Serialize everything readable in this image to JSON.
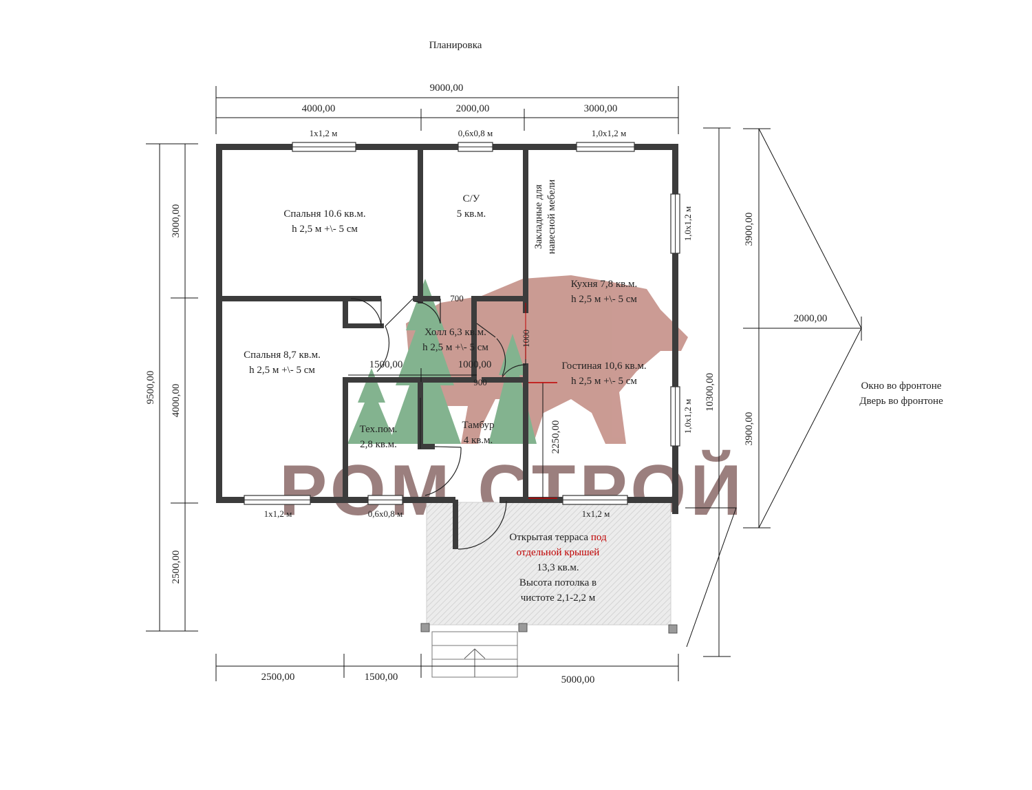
{
  "title": "Планировка",
  "colors": {
    "wall": "#3c3c3c",
    "terrace": "#e4e4e4",
    "accent": "#c00000",
    "bear": "#b97a70",
    "tree": "#5a9a6a"
  },
  "dimensions": {
    "total_width": "9000,00",
    "top_segments": [
      "4000,00",
      "2000,00",
      "3000,00"
    ],
    "left_total": "9500,00",
    "left_segments": [
      "3000,00",
      "4000,00",
      "2500,00"
    ],
    "right_total": "10300,00",
    "bottom_segments": [
      "2500,00",
      "1500,00",
      "5000,00"
    ],
    "internal": {
      "hall_left": "1500,00",
      "hall_right": "1000,00",
      "door_700": "700",
      "door_900": "900",
      "door_1000": "1000",
      "height_2250": "2250,00"
    },
    "gable": {
      "half_top": "3900,00",
      "half_bottom": "3900,00",
      "height": "2000,00"
    }
  },
  "windows": {
    "top_left": "1x1,2 м",
    "top_mid": "0,6x0,8 м",
    "top_right": "1,0x1,2 м",
    "right_top": "1,0x1,2 м",
    "right_bottom": "1,0x1,2 м",
    "bottom_left": "1x1,2 м",
    "bottom_mid": "0,6x0,8 м",
    "bottom_right": "1x1,2 м"
  },
  "rooms": {
    "bedroom1": {
      "name": "Спальня 10.6 кв.м.",
      "height": "h 2,5 м +\\- 5 см"
    },
    "wc": {
      "name": "С/У",
      "area": "5 кв.м."
    },
    "furniture_note": [
      "Закладные для",
      "навесной мебели"
    ],
    "kitchen": {
      "name": "Кухня 7,8 кв.м.",
      "height": "h 2,5 м +\\- 5 см"
    },
    "bedroom2": {
      "name": "Спальня 8,7 кв.м.",
      "height": "h 2,5 м +\\- 5 см"
    },
    "hall": {
      "name": "Холл 6,3 кв.м.",
      "height": "h 2,5 м +\\- 5 см"
    },
    "living": {
      "name": "Гостиная 10,6 кв.м.",
      "height": "h 2,5 м +\\- 5 см"
    },
    "tech": {
      "name": "Тех.пом.",
      "area": "2,8 кв.м."
    },
    "vestibule": {
      "name": "Тамбур",
      "area": "4 кв.м."
    },
    "terrace": {
      "line1a": "Открытая терраса ",
      "line1b": "под",
      "line2": "отдельной крышей",
      "area": "13,3 кв.м.",
      "line4": "Высота потолка в",
      "line5": "чистоте 2,1-2,2 м"
    }
  },
  "gable_labels": [
    "Окно во фронтоне",
    "Дверь во фронтоне"
  ],
  "watermark": "РОМ СТРОЙ"
}
